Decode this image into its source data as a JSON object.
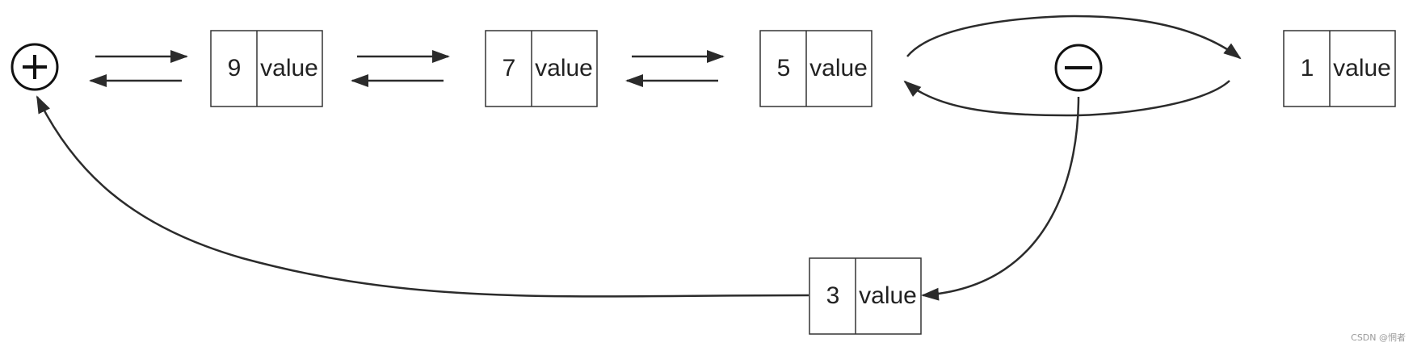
{
  "nodes": [
    {
      "key": "9",
      "value": "value"
    },
    {
      "key": "7",
      "value": "value"
    },
    {
      "key": "5",
      "value": "value"
    },
    {
      "key": "1",
      "value": "value"
    },
    {
      "key": "3",
      "value": "value"
    }
  ],
  "symbols": {
    "plus": "plus-icon",
    "minus": "minus-icon"
  },
  "watermark": "CSDN @惘者",
  "colors": {
    "stroke": "#2b2b2b",
    "box_border": "#333333",
    "text": "#222222"
  }
}
